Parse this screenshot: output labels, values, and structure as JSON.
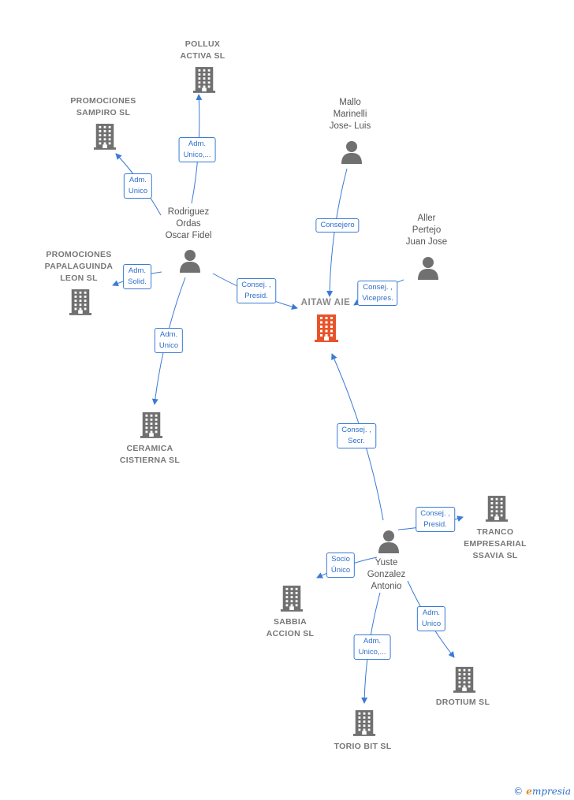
{
  "main_company": {
    "name": "AITAW AIE"
  },
  "companies": [
    {
      "id": "pollux",
      "name": "POLLUX\nACTIVA SL"
    },
    {
      "id": "sampiro",
      "name": "PROMOCIONES\nSAMPIRO SL"
    },
    {
      "id": "papalaguinda",
      "name": "PROMOCIONES\nPAPALAGUINDA\nLEON SL"
    },
    {
      "id": "ceramica",
      "name": "CERAMICA\nCISTIERNA SL"
    },
    {
      "id": "tranco",
      "name": "TRANCO\nEMPRESARIAL\nSSAVIA SL"
    },
    {
      "id": "sabbia",
      "name": "SABBIA\nACCION SL"
    },
    {
      "id": "drotium",
      "name": "DROTIUM SL"
    },
    {
      "id": "torio",
      "name": "TORIO BIT SL"
    }
  ],
  "persons": [
    {
      "id": "rodriguez",
      "name": "Rodriguez\nOrdas\nOscar Fidel"
    },
    {
      "id": "mallo",
      "name": "Mallo\nMarinelli\nJose- Luis"
    },
    {
      "id": "aller",
      "name": "Aller\nPertejo\nJuan Jose"
    },
    {
      "id": "yuste",
      "name": "Yuste\nGonzalez\nAntonio"
    }
  ],
  "relations": [
    {
      "id": "r1",
      "from": "rodriguez",
      "to": "pollux",
      "label": "Adm.\nUnico,..."
    },
    {
      "id": "r2",
      "from": "rodriguez",
      "to": "sampiro",
      "label": "Adm.\nUnico"
    },
    {
      "id": "r3",
      "from": "rodriguez",
      "to": "papalaguinda",
      "label": "Adm.\nSolid."
    },
    {
      "id": "r4",
      "from": "rodriguez",
      "to": "ceramica",
      "label": "Adm.\nUnico"
    },
    {
      "id": "r5",
      "from": "rodriguez",
      "to": "aitaw",
      "label": "Consej. ,\nPresid."
    },
    {
      "id": "r6",
      "from": "mallo",
      "to": "aitaw",
      "label": "Consejero"
    },
    {
      "id": "r7",
      "from": "aller",
      "to": "aitaw",
      "label": "Consej. ,\nVicepres."
    },
    {
      "id": "r8",
      "from": "yuste",
      "to": "aitaw",
      "label": "Consej. ,\nSecr."
    },
    {
      "id": "r9",
      "from": "yuste",
      "to": "tranco",
      "label": "Consej. ,\nPresid."
    },
    {
      "id": "r10",
      "from": "yuste",
      "to": "sabbia",
      "label": "Socio\nÚnico"
    },
    {
      "id": "r11",
      "from": "yuste",
      "to": "drotium",
      "label": "Adm.\nUnico"
    },
    {
      "id": "r12",
      "from": "yuste",
      "to": "torio",
      "label": "Adm.\nUnico,..."
    }
  ],
  "colors": {
    "edge": "#3a7bd5",
    "node": "#707070",
    "main_node": "#e8542a",
    "brand": "#2f6fc9"
  },
  "brand": {
    "copyright": "©",
    "initial": "e",
    "rest": "mpresia"
  }
}
